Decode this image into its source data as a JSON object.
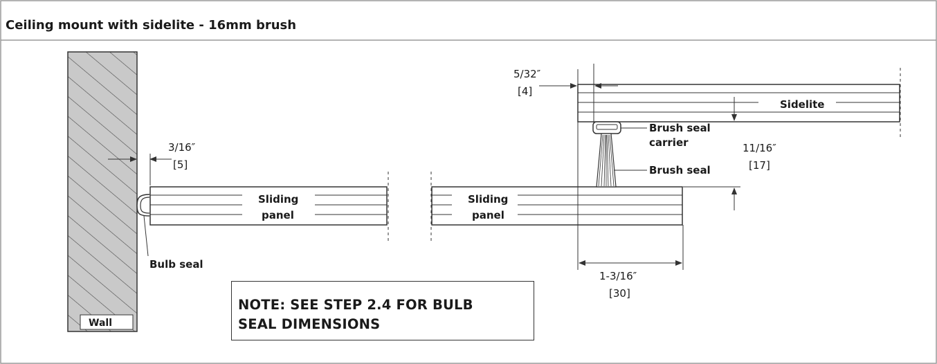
{
  "title": "Ceiling mount with sidelite - 16mm brush",
  "labels": {
    "wall": "Wall",
    "bulb_seal": "Bulb seal",
    "sliding_panel_line1": "Sliding",
    "sliding_panel_line2": "panel",
    "sidelite": "Sidelite",
    "brush_seal_carrier_line1": "Brush seal",
    "brush_seal_carrier_line2": "carrier",
    "brush_seal": "Brush seal"
  },
  "dimensions": {
    "gap_wall_panel": {
      "imperial": "3/16″",
      "metric": "[5]"
    },
    "sidelite_offset": {
      "imperial": "5/32″",
      "metric": "[4]"
    },
    "brush_height": {
      "imperial": "11/16″",
      "metric": "[17]"
    },
    "overlap": {
      "imperial": "1-3/16″",
      "metric": "[30]"
    }
  },
  "note": {
    "line1": "NOTE: SEE STEP 2.4 FOR BULB",
    "line2": "SEAL DIMENSIONS"
  },
  "colors": {
    "line": "#333333",
    "wall_fill": "#c8c8c8",
    "border": "#9a9a9a"
  }
}
